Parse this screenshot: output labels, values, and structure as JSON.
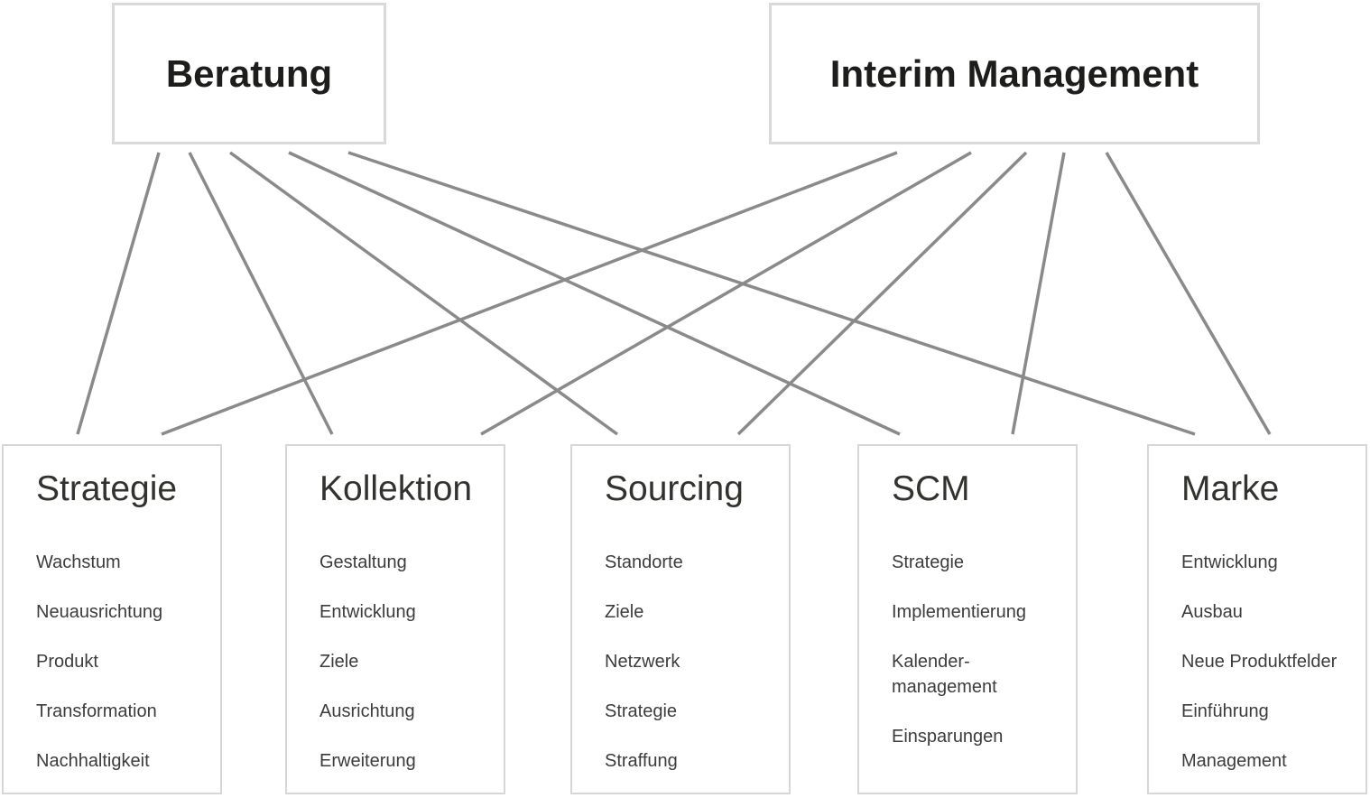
{
  "colors": {
    "background": "#ffffff",
    "line": "#8a8a8a",
    "box_border": "#d9d9d9",
    "top_title": "#1d1d1b",
    "bottom_title": "#32322f",
    "item_text": "#3c3c3b"
  },
  "top_nodes": [
    {
      "id": "beratung",
      "label": "Beratung"
    },
    {
      "id": "interim",
      "label": "Interim Management"
    }
  ],
  "bottom_nodes": [
    {
      "id": "strategie",
      "title": "Strategie",
      "items": [
        "Wachstum",
        "Neuausrichtung",
        "Produkt",
        "Transformation",
        "Nachhaltigkeit"
      ]
    },
    {
      "id": "kollektion",
      "title": "Kollektion",
      "items": [
        "Gestaltung",
        "Entwicklung",
        "Ziele",
        "Ausrichtung",
        "Erweiterung"
      ]
    },
    {
      "id": "sourcing",
      "title": "Sourcing",
      "items": [
        "Standorte",
        "Ziele",
        "Netzwerk",
        "Strategie",
        "Straffung"
      ]
    },
    {
      "id": "scm",
      "title": "SCM",
      "items": [
        "Strategie",
        "Implementierung",
        "Kalender-\nmanagement",
        "Einsparungen"
      ]
    },
    {
      "id": "marke",
      "title": "Marke",
      "items": [
        "Entwicklung",
        "Ausbau",
        "Neue Produktfelder",
        "Einführung",
        "Management"
      ]
    }
  ],
  "connections": [
    {
      "from": "beratung",
      "to": "strategie"
    },
    {
      "from": "beratung",
      "to": "kollektion"
    },
    {
      "from": "beratung",
      "to": "sourcing"
    },
    {
      "from": "beratung",
      "to": "scm"
    },
    {
      "from": "beratung",
      "to": "marke"
    },
    {
      "from": "interim",
      "to": "strategie"
    },
    {
      "from": "interim",
      "to": "kollektion"
    },
    {
      "from": "interim",
      "to": "sourcing"
    },
    {
      "from": "interim",
      "to": "scm"
    },
    {
      "from": "interim",
      "to": "marke"
    }
  ]
}
